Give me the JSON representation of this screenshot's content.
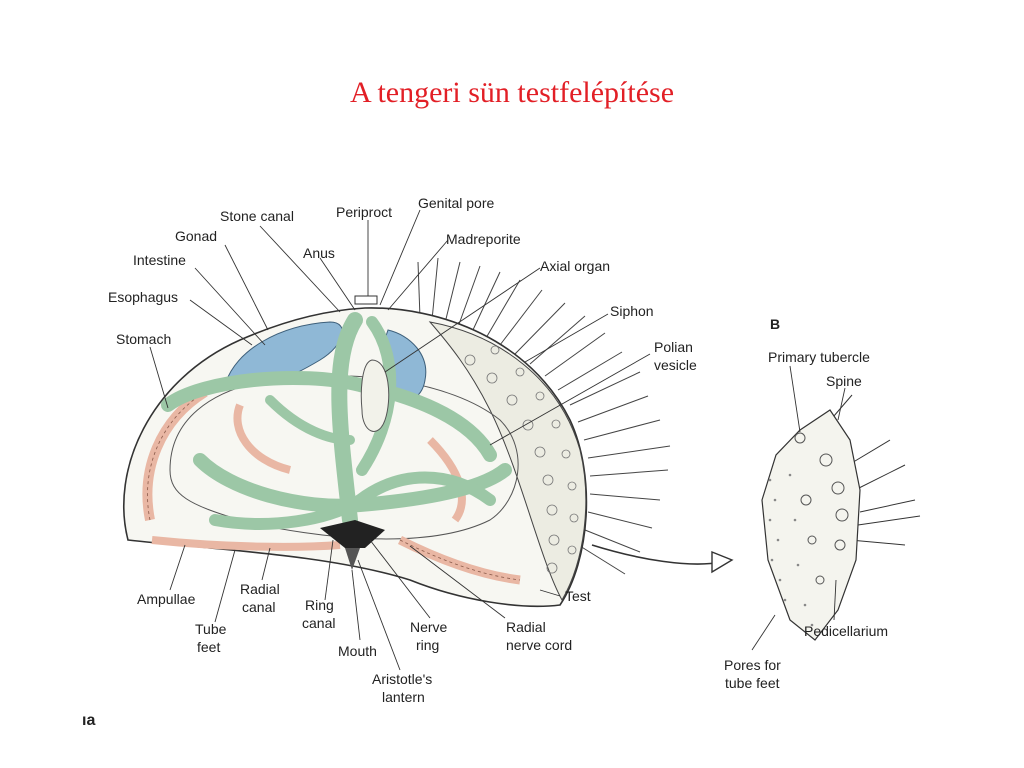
{
  "title": "A tengeri sün testfelépítése",
  "panel_b_letter": "B",
  "page_fragment": "ıa",
  "labels_main": {
    "stone_canal": "Stone canal",
    "periproct": "Periproct",
    "genital_pore": "Genital pore",
    "gonad": "Gonad",
    "madreporite": "Madreporite",
    "anus": "Anus",
    "intestine": "Intestine",
    "axial_organ": "Axial organ",
    "esophagus": "Esophagus",
    "siphon": "Siphon",
    "stomach": "Stomach",
    "polian_1": "Polian",
    "polian_2": "vesicle",
    "ampullae": "Ampullae",
    "radial_canal_1": "Radial",
    "radial_canal_2": "canal",
    "tube_feet_1": "Tube",
    "tube_feet_2": "feet",
    "ring_canal_1": "Ring",
    "ring_canal_2": "canal",
    "mouth": "Mouth",
    "nerve_ring_1": "Nerve",
    "nerve_ring_2": "ring",
    "radial_nerve_1": "Radial",
    "radial_nerve_2": "nerve cord",
    "test": "Test",
    "aristotle_1": "Aristotle's",
    "aristotle_2": "lantern"
  },
  "labels_b": {
    "primary_tubercle": "Primary tubercle",
    "spine": "Spine",
    "pedicellarium": "Pedicellarium",
    "pores_1": "Pores for",
    "pores_2": "tube feet"
  },
  "colors": {
    "title": "#e21f26",
    "gonad": "#8fb8d6",
    "digestive": "#9cc7a6",
    "water_vascular": "#e9b7a4",
    "outline": "#333333"
  }
}
